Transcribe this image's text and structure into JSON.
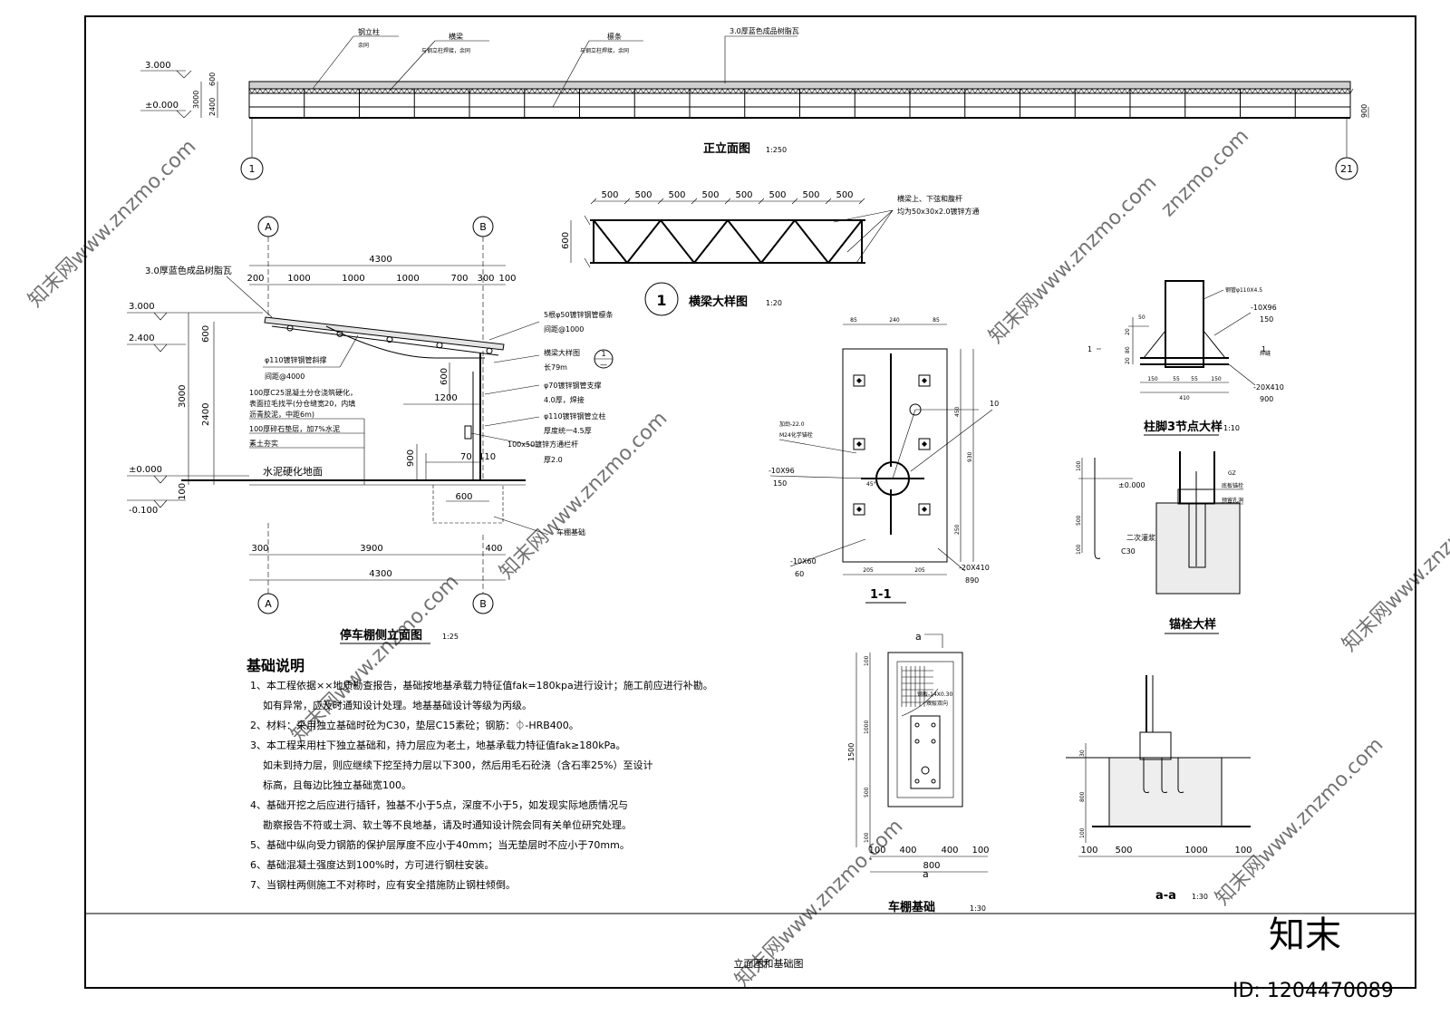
{
  "front_elevation": {
    "title": "正立面图",
    "scale": "1:250",
    "callouts": {
      "steel_column": "钢立柱",
      "column_note": "余同",
      "beam": "横梁",
      "beam_note": "与钢立柱焊接，余同",
      "purlin": "檩条",
      "purlin_note": "与钢立柱焊接，余同",
      "roofing": "3.0厚蓝色成品树脂瓦"
    },
    "levels": [
      "3.000",
      "±0.000"
    ],
    "dims": [
      "600",
      "3000",
      "2400",
      "900"
    ],
    "axes": [
      "1",
      "21"
    ]
  },
  "truss_detail": {
    "title": "横梁大样图",
    "scale": "1:20",
    "number": "1",
    "dims": [
      "500",
      "500",
      "500",
      "500",
      "500",
      "500",
      "500",
      "500"
    ],
    "height": "600",
    "note_1": "横梁上、下弦和腹杆",
    "note_2": "均为50x30x2.0镀锌方通"
  },
  "side_elevation": {
    "title": "停车棚侧立面图",
    "scale": "1:25",
    "axes": [
      "A",
      "B"
    ],
    "top_total": "4300",
    "top_dims": [
      "200",
      "1000",
      "1000",
      "1000",
      "700",
      "300",
      "100"
    ],
    "bottom_dims": [
      "300",
      "3900",
      "400"
    ],
    "bottom_total": "4300",
    "levels": [
      "3.000",
      "2.400",
      "±0.000",
      "-0.100"
    ],
    "vert_dims": [
      "600",
      "3000",
      "2400",
      "100"
    ],
    "labels": {
      "roofing": "3.0厚蓝色成品树脂瓦",
      "purlins": "5根φ50镀锌钢管檩条",
      "purlin_spacing": "间距@1000",
      "beam_ref": "横梁大样图",
      "beam_len": "长79m",
      "bubble_num": "1",
      "bubble_dash": "—",
      "brace": "φ110镀锌钢管斜撑",
      "brace_spacing": "间距@4000",
      "support": "φ70镀锌钢管支撑",
      "support_note": "4.0厚，焊接",
      "column": "φ110镀锌钢管立柱",
      "column_note": "厚度统一4.5厚",
      "bar": "100x50镀锌方通栏杆",
      "bar_note": "厚2.0",
      "layer_1": "100厚C25混凝土分仓浇筑硬化，",
      "layer_2": "表面拉毛找平(分仓缝宽20，内填",
      "layer_3": "沥青胶泥，中距6m)",
      "layer_4": "100厚碎石垫层，加7%水泥",
      "layer_5": "素土夯实",
      "ground": "水泥硬化地面",
      "dim_1200": "1200",
      "dim_900": "900",
      "dim_600": "600",
      "dim_600b": "600",
      "dim_70": "70",
      "dim_110": "110",
      "foundation": "车棚基础"
    }
  },
  "section_1_1": {
    "title": "1-1",
    "top_dims": [
      "85",
      "240",
      "85"
    ],
    "bottom_dims": [
      "205",
      "205"
    ],
    "right_dims": [
      "450",
      "930",
      "250"
    ],
    "labels": {
      "rib_1": "加劲-22.0",
      "rib_2": "M24化学锚栓",
      "plate_a1": "-10X96",
      "plate_a2": "150",
      "plate_b1": "-10X60",
      "plate_b2": "60",
      "plate_c1": "-20X410",
      "plate_c2": "890",
      "angle": "45°",
      "weld": "10"
    }
  },
  "column_base": {
    "title": "柱脚3节点大样",
    "scale": "1:10",
    "labels": {
      "pipe": "钢管φ110X4.5",
      "rib_1": "-10X96",
      "rib_2": "150",
      "base_1": "-20X410",
      "base_2": "900",
      "weld": "焊缝",
      "dim_50": "50",
      "dim_150": "150",
      "section": "1",
      "dims_bottom": [
        "150",
        "55",
        "55",
        "150"
      ],
      "total": "410",
      "vert": [
        "20",
        "80",
        "20"
      ]
    }
  },
  "anchor_detail": {
    "title": "锚栓大样",
    "labels": {
      "gz": "GZ",
      "level": "±0.000",
      "plate": "底板锚栓",
      "grout": "二次灌浆",
      "c30": "C30",
      "dims": [
        "100",
        "500",
        "100"
      ],
      "pocket": "预留孔洞"
    }
  },
  "foundation_plan": {
    "title": "车棚基础",
    "scale": "1:30",
    "cut": "a",
    "cut_b": "a",
    "note_1": "钢板-14X0.30",
    "note_2": "双层双向",
    "vert_dims": [
      "100",
      "1000",
      "500",
      "100"
    ],
    "total_vert": "1500",
    "horiz_dims": [
      "100",
      "400",
      "400",
      "100"
    ],
    "total": "800"
  },
  "section_a_a": {
    "title": "a-a",
    "scale": "1:30",
    "vert_dims": [
      "30",
      "800",
      "100"
    ],
    "horiz_dims": [
      "100",
      "500",
      "1000",
      "100"
    ]
  },
  "notes": {
    "title": "基础说明",
    "items": [
      "1、本工程依据××地质勘查报告，基础按地基承载力特征值fak=180kpa进行设计；施工前应进行补勘。",
      "如有异常，应及时通知设计处理。地基基础设计等级为丙级。",
      "2、材料：采用独立基础时砼为C30，垫层C15素砼；钢筋：⏀-HRB400。",
      "3、本工程采用柱下独立基础和，持力层应为老土，地基承载力特征值fak≥180kPa。",
      "如未到持力层，则应继续下挖至持力层以下300，然后用毛石砼浇（含石率25%）至设计",
      "标高，且每边比独立基础宽100。",
      "4、基础开挖之后应进行插钎，独基不小于5点，深度不小于5，如发现实际地质情况与",
      "勘察报告不符或土洞、软土等不良地基，请及时通知设计院会同有关单位研究处理。",
      "5、基础中纵向受力钢筋的保护层厚度不应小于40mm；当无垫层时不应小于70mm。",
      "6、基础混凝土强度达到100%时，方可进行钢柱安装。",
      "7、当钢柱两侧施工不对称时，应有安全措施防止钢柱倾倒。"
    ]
  },
  "title_block": {
    "sheet_name": "立面图和基础图"
  },
  "watermark": {
    "brand": "知末",
    "id": "ID: 1204470089",
    "text": "知末网www.znzmo.com",
    "text_b": "znzmo.com"
  }
}
